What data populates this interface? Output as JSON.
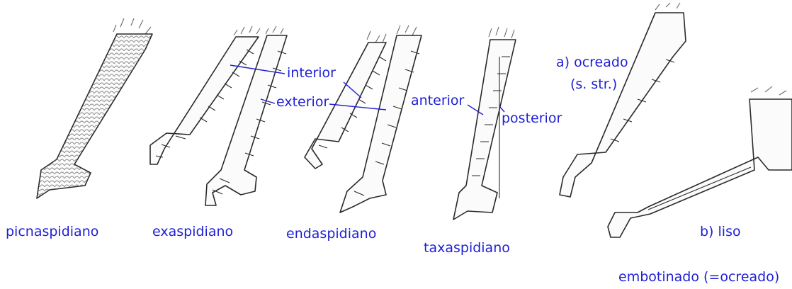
{
  "labels": {
    "picnaspidiano": "picnaspidiano",
    "exaspidiano": "exaspidiano",
    "endaspidiano": "endaspidiano",
    "taxaspidiano": "taxaspidiano",
    "interior": "interior",
    "exterior": "exterior",
    "anterior": "anterior",
    "posterior": "posterior",
    "ocreado": "a) ocreado",
    "s_str": "(s. str.)",
    "liso": "b) liso",
    "embotinado": "embotinado (=ocreado)"
  },
  "colors": {
    "label": "#1f1fd6",
    "ink": "#2a2a2a"
  }
}
